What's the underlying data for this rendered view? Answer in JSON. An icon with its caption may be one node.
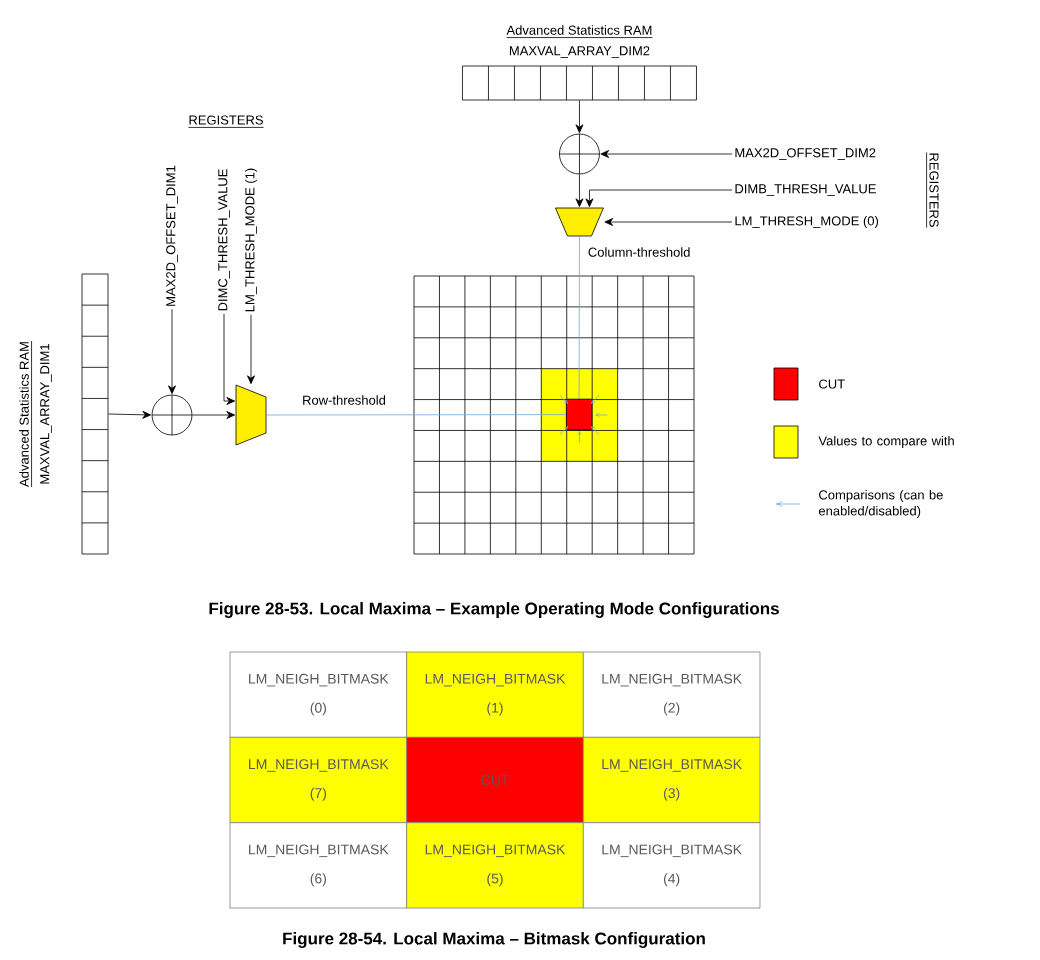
{
  "diagram": {
    "nodes": [
      {
        "text": [
          "Advanced Statistics RAM",
          "MAXVAL_ARRAY_DIM1"
        ]
      },
      {
        "text": [],
        "shape": "circle"
      },
      {
        "text": [],
        "shape": "trapezoid"
      },
      {
        "text": [
          "MAX2D_OFFSET_DIM1"
        ]
      },
      {
        "text": [
          "DIMC_THRESH_VALUE"
        ]
      },
      {
        "text": [
          "LM_THRESH_MODE (1)"
        ]
      },
      {
        "text": [
          "Advanced Statistics RAM",
          "MAXVAL_ARRAY_DIM2"
        ]
      },
      {
        "text": [],
        "shape": "circle"
      },
      {
        "text": [],
        "shape": "trapezoid"
      },
      {
        "text": [
          "MAX2D_OFFSET_DIM2"
        ]
      },
      {
        "text": [
          "DIMB_THRESH_VALUE"
        ]
      },
      {
        "text": [
          "LM_THRESH_MODE (0)"
        ]
      },
      {
        "text": [],
        "shape": "grid"
      },
      {
        "text": [],
        "shape": "box",
        "in": 12
      },
      {
        "text": [
          "LM_NEIGH_BITMASK",
          "(0)"
        ]
      },
      {
        "text": [
          "LM_NEIGH_BITMASK",
          "(1)"
        ]
      },
      {
        "text": [
          "LM_NEIGH_BITMASK",
          "(2)"
        ]
      },
      {
        "text": [
          "LM_NEIGH_BITMASK",
          "(7)"
        ]
      },
      {
        "text": [
          "CUT"
        ]
      },
      {
        "text": [
          "LM_NEIGH_BITMASK",
          "(3)"
        ]
      },
      {
        "text": [
          "LM_NEIGH_BITMASK",
          "(6)"
        ]
      },
      {
        "text": [
          "LM_NEIGH_BITMASK",
          "(5)"
        ]
      },
      {
        "text": [
          "LM_NEIGH_BITMASK",
          "(4)"
        ]
      }
    ],
    "edges": [
      {
        "from": 0,
        "to": 1,
        "arrow": "to"
      },
      {
        "from": 3,
        "to": 1,
        "arrow": "to"
      },
      {
        "from": 1,
        "to": 2,
        "arrow": "to"
      },
      {
        "from": 4,
        "to": 2,
        "arrow": "to"
      },
      {
        "from": 5,
        "to": 2,
        "arrow": "to"
      },
      {
        "from": 2,
        "to": 13,
        "arrow": "none",
        "label": "Row-threshold",
        "color": "#6fa8dc"
      },
      {
        "from": 6,
        "to": 7,
        "arrow": "to"
      },
      {
        "from": 9,
        "to": 7,
        "arrow": "to"
      },
      {
        "from": 7,
        "to": 8,
        "arrow": "to"
      },
      {
        "from": 10,
        "to": 8,
        "arrow": "to"
      },
      {
        "from": 11,
        "to": 8,
        "arrow": "to"
      },
      {
        "from": 8,
        "to": 13,
        "arrow": "none",
        "label": "Column-threshold",
        "color": "#6fa8dc"
      }
    ],
    "labels": [
      "REGISTERS",
      "REGISTERS",
      "Figure 28-53. Local Maxima – Example Operating Mode Configurations",
      "Figure 28-54. Local Maxima – Bitmask Configuration"
    ],
    "legend": [
      {
        "text": "CUT",
        "color": "#ff0000"
      },
      {
        "text": "Values to compare with",
        "color": "#ffff00"
      },
      {
        "text": "Comparisons (can be enabled/disabled)"
      }
    ]
  }
}
